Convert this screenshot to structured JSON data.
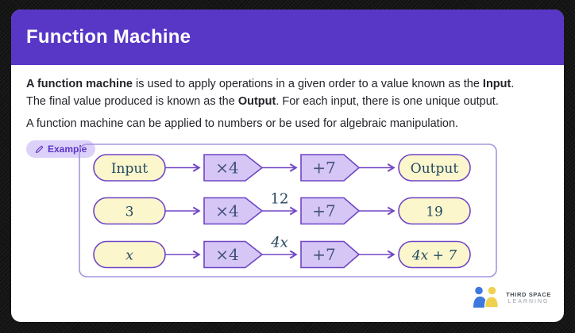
{
  "header": {
    "title": "Function Machine",
    "background_color": "#5837c6"
  },
  "intro": {
    "p1": {
      "bold1": "A function machine",
      "text1": " is used to apply operations in a given order to a value known as the ",
      "bold2": "Input",
      "text2": ".",
      "text3": "The final value produced is known as the ",
      "bold3": "Output",
      "text4": ". For each input, there is one unique output."
    },
    "p2": "A function machine can be applied to numbers or be used for algebraic manipulation."
  },
  "example_badge": {
    "icon": "pencil-icon",
    "label": "Example",
    "background_color": "#dcd2f9",
    "text_color": "#5b32c7"
  },
  "diagram": {
    "type": "function-machine-flow",
    "rows": [
      {
        "input": "Input",
        "op1": "×4",
        "mid": "",
        "op2": "+7",
        "output": "Output"
      },
      {
        "input": "3",
        "op1": "×4",
        "mid": "12",
        "op2": "+7",
        "output": "19"
      },
      {
        "input": "x",
        "op1": "×4",
        "mid": "4x",
        "op2": "+7",
        "output": "4x + 7"
      }
    ],
    "colors": {
      "pill_fill": "#fcf6cd",
      "machine_fill": "#d5c6f6",
      "stroke": "#6f45c5",
      "box_stroke": "#a795df",
      "text": "#234a60"
    }
  },
  "logo": {
    "line1": "THIRD SPACE",
    "line2": "LEARNING",
    "blue": "#3e79e0",
    "yellow": "#efd14f"
  }
}
